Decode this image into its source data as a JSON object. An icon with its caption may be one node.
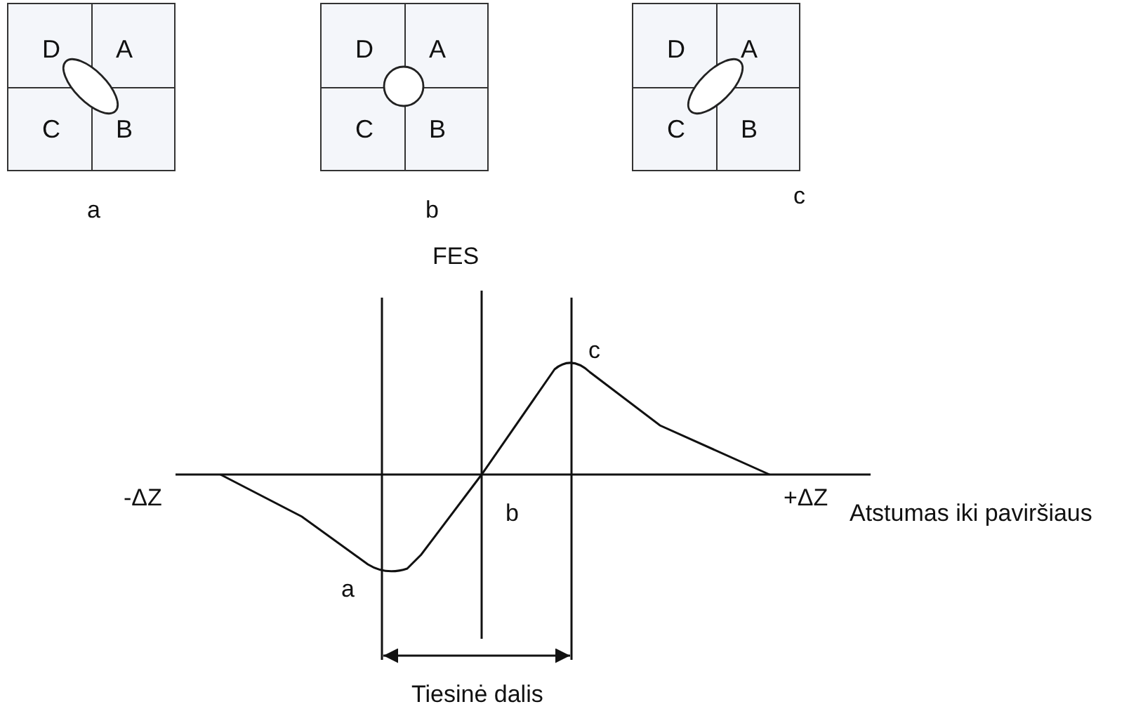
{
  "diagram": {
    "nodes": [
      {
        "text": [],
        "shape": "box",
        "beside": [
          "a"
        ]
      },
      {
        "text": [
          "D"
        ],
        "in": 0
      },
      {
        "text": [
          "A"
        ],
        "in": 0
      },
      {
        "text": [
          "C"
        ],
        "in": 0
      },
      {
        "text": [
          "B"
        ],
        "in": 0
      },
      {
        "text": [],
        "shape": "box",
        "beside": [
          "b"
        ]
      },
      {
        "text": [
          "D"
        ],
        "in": 5
      },
      {
        "text": [
          "A"
        ],
        "in": 5
      },
      {
        "text": [
          "C"
        ],
        "in": 5
      },
      {
        "text": [
          "B"
        ],
        "in": 5
      },
      {
        "text": [],
        "shape": "box",
        "beside": [
          "c"
        ]
      },
      {
        "text": [
          "D"
        ],
        "in": 10
      },
      {
        "text": [
          "A"
        ],
        "in": 10
      },
      {
        "text": [
          "C"
        ],
        "in": 10
      },
      {
        "text": [
          "B"
        ],
        "in": 10
      }
    ],
    "edges": [],
    "labels": [
      "FES",
      "c",
      "-ΔZ",
      "b",
      "+ΔZ",
      "Atstumas iki paviršiaus",
      "a",
      "Tiesinė dalis"
    ]
  }
}
